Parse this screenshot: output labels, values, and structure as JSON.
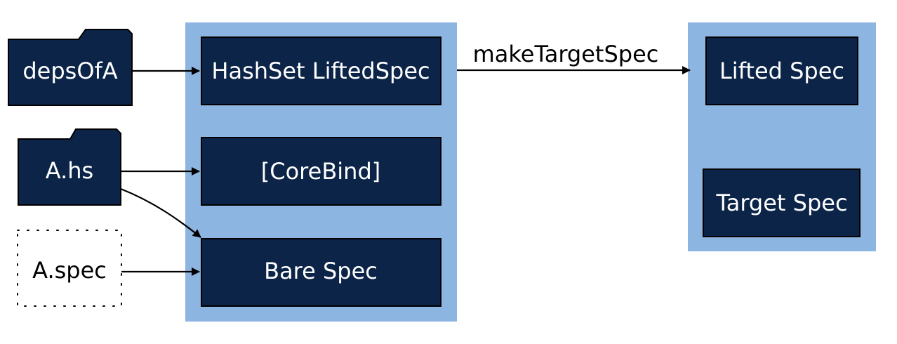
{
  "colors": {
    "cluster_fill": "#8db5e2",
    "node_fill": "#0b2448",
    "node_text": "#ffffff",
    "edge": "#000000"
  },
  "inputs": {
    "depsOfA": "depsOfA",
    "a_hs": "A.hs",
    "a_spec": "A.spec"
  },
  "middle_cluster": {
    "hashset": "HashSet LiftedSpec",
    "corebind": "[CoreBind]",
    "bare_spec": "Bare Spec"
  },
  "right_cluster": {
    "lifted_spec": "Lifted Spec",
    "target_spec": "Target Spec"
  },
  "edges": {
    "make_target_spec": "makeTargetSpec"
  }
}
